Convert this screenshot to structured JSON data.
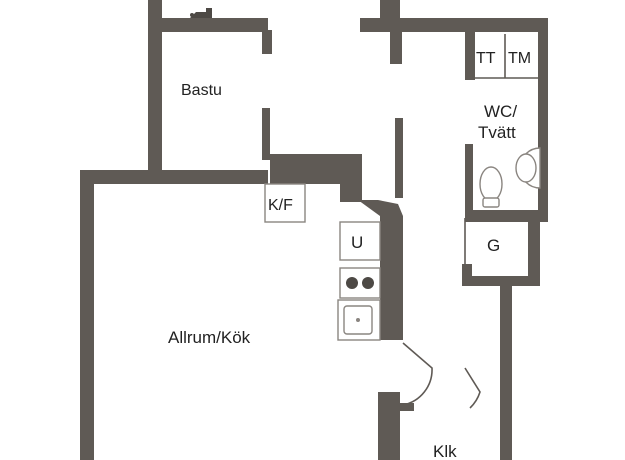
{
  "colors": {
    "wall": "#5f5a55",
    "background": "#ffffff"
  },
  "rooms": {
    "bastu": "Bastu",
    "wc_line1": "WC/",
    "wc_line2": "Tvätt",
    "tt": "TT",
    "tm": "TM",
    "kf": "K/F",
    "u": "U",
    "g": "G",
    "allrum": "Allrum/Kök",
    "klk": "Klk"
  },
  "icons": [
    "faucet-icon",
    "washbasin-icon",
    "toilet-icon",
    "stove-icon",
    "sink-icon",
    "door-swing-icon"
  ]
}
